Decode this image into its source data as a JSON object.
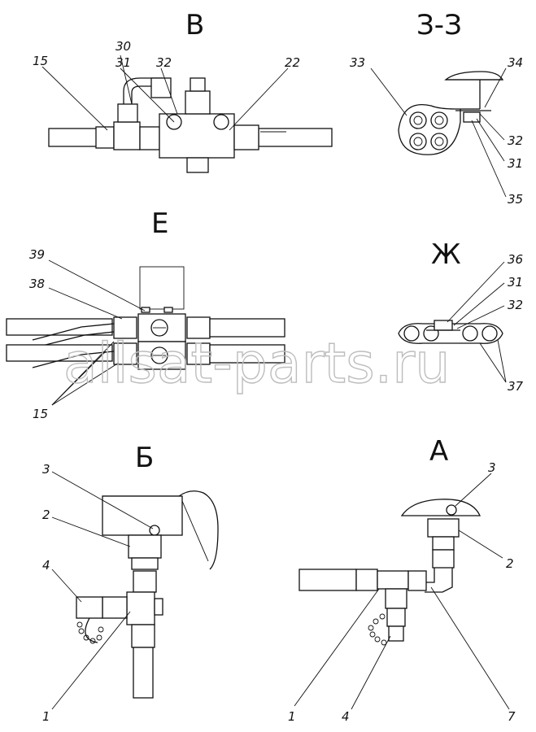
{
  "watermark": "allsat-parts.ru",
  "views": {
    "v": {
      "title": "В",
      "callouts": [
        "15",
        "30",
        "31",
        "32",
        "22"
      ]
    },
    "z3": {
      "title": "З-З",
      "callouts": [
        "33",
        "34",
        "32",
        "31",
        "35"
      ]
    },
    "e": {
      "title": "Е",
      "callouts": [
        "39",
        "38",
        "15"
      ]
    },
    "zh": {
      "title": "Ж",
      "callouts": [
        "36",
        "31",
        "32",
        "37"
      ]
    },
    "b": {
      "title": "Б",
      "callouts": [
        "3",
        "2",
        "4",
        "1"
      ]
    },
    "a": {
      "title": "А",
      "callouts": [
        "3",
        "2",
        "1",
        "4",
        "7"
      ]
    }
  }
}
